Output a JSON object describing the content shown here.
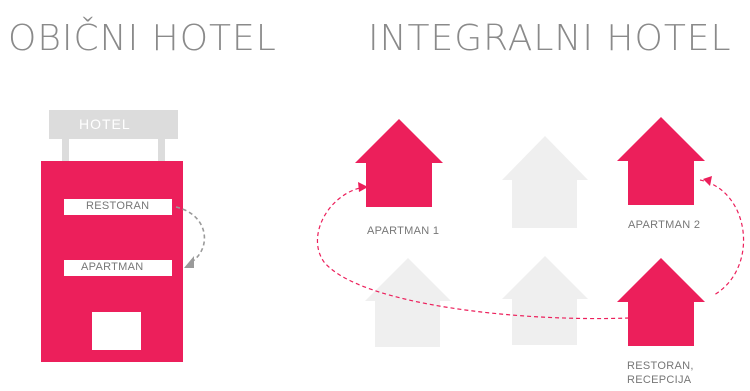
{
  "titles": {
    "left": "OBIČNI HOTEL",
    "right": "INTEGRALNI HOTEL"
  },
  "ordinary_hotel": {
    "sign": "HOTEL",
    "floors": [
      "RESTORAN",
      "APARTMAN"
    ]
  },
  "integral_hotel": {
    "labels": {
      "apartman_1": "APARTMAN 1",
      "apartman_2": "APARTMAN 2",
      "restoran_line1": "RESTORAN,",
      "restoran_line2": "RECEPCIJA"
    }
  },
  "colors": {
    "accent": "#EC1F5B",
    "inactive_house": "#EFEFEF",
    "sign": "#DCDCDC",
    "title_text": "#8A8A8A",
    "label_text": "#777777",
    "arrow": "#9A9A9A",
    "dashed_path": "#EC1F5B"
  }
}
